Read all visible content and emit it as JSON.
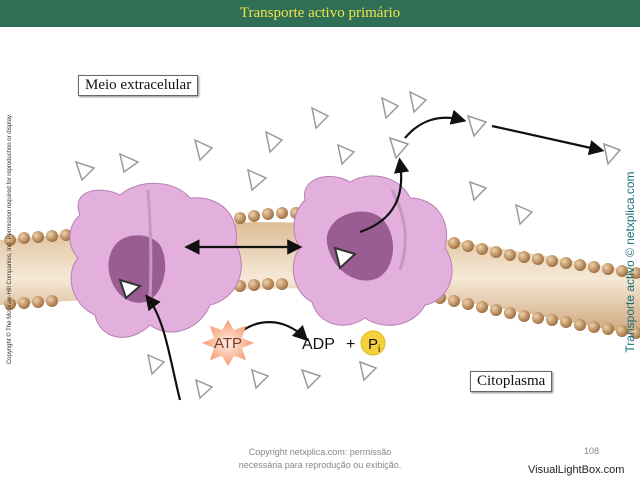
{
  "header": {
    "title": "Transporte activo primário"
  },
  "labels": {
    "extracellular": "Meio extracelular",
    "cytoplasm": "Citoplasma",
    "atp": "ATP",
    "adp": "ADP",
    "plus": "+",
    "pi_main": "P",
    "pi_sub": "i"
  },
  "side": {
    "copyright": "Copyright © The McGraw-Hill Companies, Inc. Permission required for reproduction or display.",
    "site": "Transporte activo © netxplica.com"
  },
  "footer": {
    "line1": "Copyright netxplica.com: permissão",
    "line2": "necessária para reprodução ou exibição.",
    "page": "108",
    "watermark": "VisualLightBox.com"
  },
  "colors": {
    "header_bg": "#2e6f55",
    "header_text": "#f2e34a",
    "membrane": "#b88a5a",
    "protein": "#e3b0dd",
    "protein_dark": "#8c4f86",
    "atp_star": "#f5a07a",
    "pi_circle": "#f5d23a",
    "site_text": "#1c6e7a"
  }
}
